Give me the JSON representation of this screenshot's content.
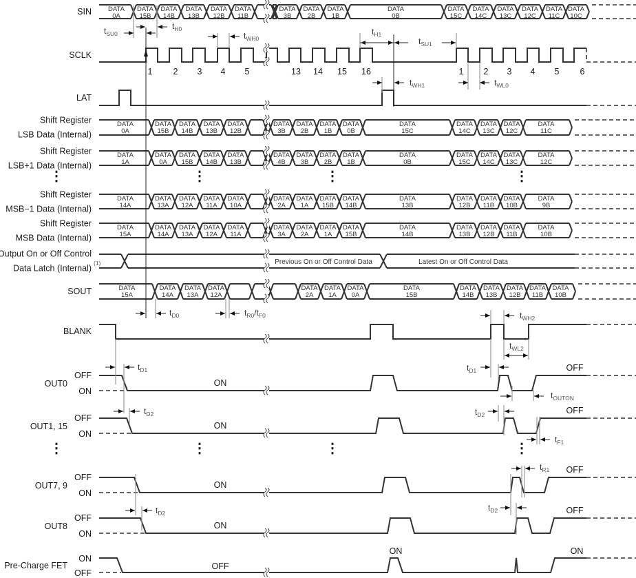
{
  "signals": {
    "sin": "SIN",
    "sclk": "SCLK",
    "lat": "LAT",
    "sr_lsb": [
      "Shift Register",
      "LSB Data (Internal)"
    ],
    "sr_lsb1": [
      "Shift Register",
      "LSB+1 Data (Internal)"
    ],
    "sr_msb1": [
      "Shift Register",
      "MSB−1 Data (Internal)"
    ],
    "sr_msb": [
      "Shift Register",
      "MSB Data (Internal)"
    ],
    "latch": [
      "Output On or Off Control",
      "Data Latch (Internal)"
    ],
    "latch_note": "(1)",
    "sout": "SOUT",
    "blank": "BLANK",
    "out0": "OUT0",
    "out1": "OUT1, 15",
    "out7": "OUT7, 9",
    "out8": "OUT8",
    "precharge": "Pre-Charge FET"
  },
  "data_word": "DATA",
  "buses": {
    "sin": [
      "0A",
      "15B",
      "14B",
      "13B",
      "12B",
      "11B",
      "",
      "",
      "3B",
      "2B",
      "1B",
      "0B",
      "15C",
      "14C",
      "13C",
      "12C",
      "11C",
      "10C"
    ],
    "sr_lsb": [
      "0A",
      "15B",
      "14B",
      "13B",
      "12B",
      "",
      "",
      "3B",
      "2B",
      "1B",
      "0B",
      "15C",
      "14C",
      "13C",
      "12C",
      "11C"
    ],
    "sr_lsb1": [
      "1A",
      "0A",
      "15B",
      "14B",
      "13B",
      "",
      "",
      "4B",
      "3B",
      "2B",
      "1B",
      "0B",
      "15C",
      "14C",
      "13C",
      "12C"
    ],
    "sr_msb1": [
      "14A",
      "13A",
      "12A",
      "11A",
      "10A",
      "",
      "",
      "2A",
      "1A",
      "15B",
      "14B",
      "13B",
      "12B",
      "11B",
      "10B",
      "9B"
    ],
    "sr_msb": [
      "15A",
      "14A",
      "13A",
      "12A",
      "11A",
      "",
      "",
      "3A",
      "2A",
      "1A",
      "15B",
      "14B",
      "13B",
      "12B",
      "11B",
      "10B"
    ],
    "sout": [
      "15A",
      "14A",
      "13A",
      "12A",
      "",
      "",
      "",
      "2A",
      "1A",
      "0A",
      "15B",
      "14B",
      "13B",
      "12B",
      "11B",
      "10B"
    ]
  },
  "latch_states": [
    "Previous On or Off Control Data",
    "Latest On or Off Control Data"
  ],
  "sclk_counts": [
    "1",
    "2",
    "3",
    "4",
    "5",
    "13",
    "14",
    "15",
    "16",
    "1",
    "2",
    "3",
    "4",
    "5",
    "6"
  ],
  "levels": {
    "on": "ON",
    "off": "OFF"
  },
  "timing": {
    "tsu0": {
      "t": "t",
      "sub": "SU0"
    },
    "th0": {
      "t": "t",
      "sub": "H0"
    },
    "twh0": {
      "t": "t",
      "sub": "WH0"
    },
    "th1": {
      "t": "t",
      "sub": "H1"
    },
    "tsu1": {
      "t": "t",
      "sub": "SU1"
    },
    "twh1": {
      "t": "t",
      "sub": "WH1"
    },
    "twl0": {
      "t": "t",
      "sub": "WL0"
    },
    "td0": {
      "t": "t",
      "sub": "D0"
    },
    "tr0tf0": {
      "t": "t",
      "sub": "R0",
      "t2": "/t",
      "sub2": "F0"
    },
    "twh2": {
      "t": "t",
      "sub": "WH2"
    },
    "twl2": {
      "t": "t",
      "sub": "WL2"
    },
    "td1_left": {
      "t": "t",
      "sub": "D1"
    },
    "td2_out1_left": {
      "t": "t",
      "sub": "D2"
    },
    "td2_out8_left": {
      "t": "t",
      "sub": "D2"
    },
    "td1_right": {
      "t": "t",
      "sub": "D1"
    },
    "td2_out1_right": {
      "t": "t",
      "sub": "D2"
    },
    "touton": {
      "t": "t",
      "sub": "OUTON"
    },
    "tf1": {
      "t": "t",
      "sub": "F1"
    },
    "tr1": {
      "t": "t",
      "sub": "R1"
    },
    "td2_out8_right": {
      "t": "t",
      "sub": "D2"
    }
  },
  "ellipsis": "⋮"
}
